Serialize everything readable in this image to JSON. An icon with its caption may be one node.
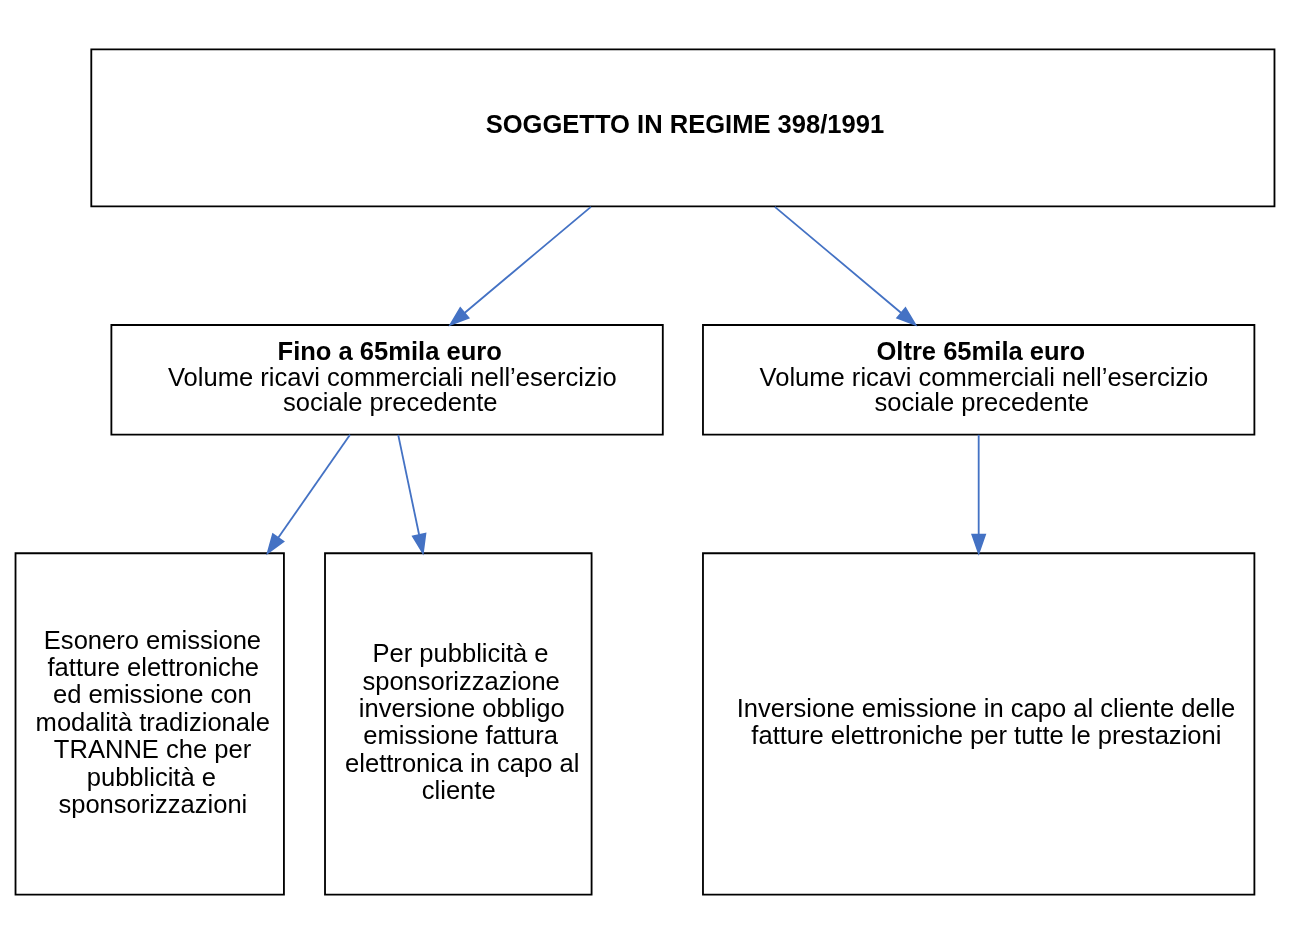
{
  "diagram": {
    "nodes": [
      {
        "text": [
          "SOGGETTO IN REGIME 398/1991"
        ]
      },
      {
        "text": [
          "Fino a 65mila euro",
          "Volume ricavi commerciali nell’esercizio sociale precedente"
        ]
      },
      {
        "text": [
          "Oltre 65mila euro",
          "Volume ricavi commerciali nell’esercizio sociale precedente"
        ]
      },
      {
        "text": [
          "Esonero emissione fatture elettroniche ed emissione con modalità tradizionale TRANNE che per pubblicità e sponsorizzazioni"
        ]
      },
      {
        "text": [
          "Per pubblicità e sponsorizzazione inversione obbligo emissione fattura elettronica in capo al cliente"
        ]
      },
      {
        "text": [
          "Inversione emissione in capo al cliente delle fatture elettroniche per tutte le prestazioni"
        ]
      }
    ],
    "edges": [
      {
        "from": 0,
        "to": 1,
        "arrow": "to"
      },
      {
        "from": 0,
        "to": 2,
        "arrow": "to"
      },
      {
        "from": 1,
        "to": 3,
        "arrow": "to"
      },
      {
        "from": 1,
        "to": 4,
        "arrow": "to"
      },
      {
        "from": 2,
        "to": 5,
        "arrow": "to"
      }
    ]
  }
}
